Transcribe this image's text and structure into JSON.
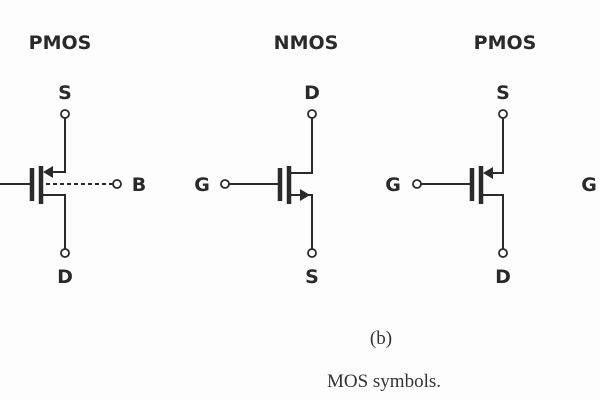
{
  "symbols": [
    {
      "title": "PMOS",
      "source": "S",
      "drain": "D",
      "body": "B"
    },
    {
      "title": "NMOS",
      "gate": "G",
      "drain": "D",
      "source": "S"
    },
    {
      "title": "PMOS",
      "gate": "G",
      "source": "S",
      "drain": "D"
    },
    {
      "gate": "G"
    }
  ],
  "subfigure_label": "(b)",
  "caption": "MOS symbols."
}
